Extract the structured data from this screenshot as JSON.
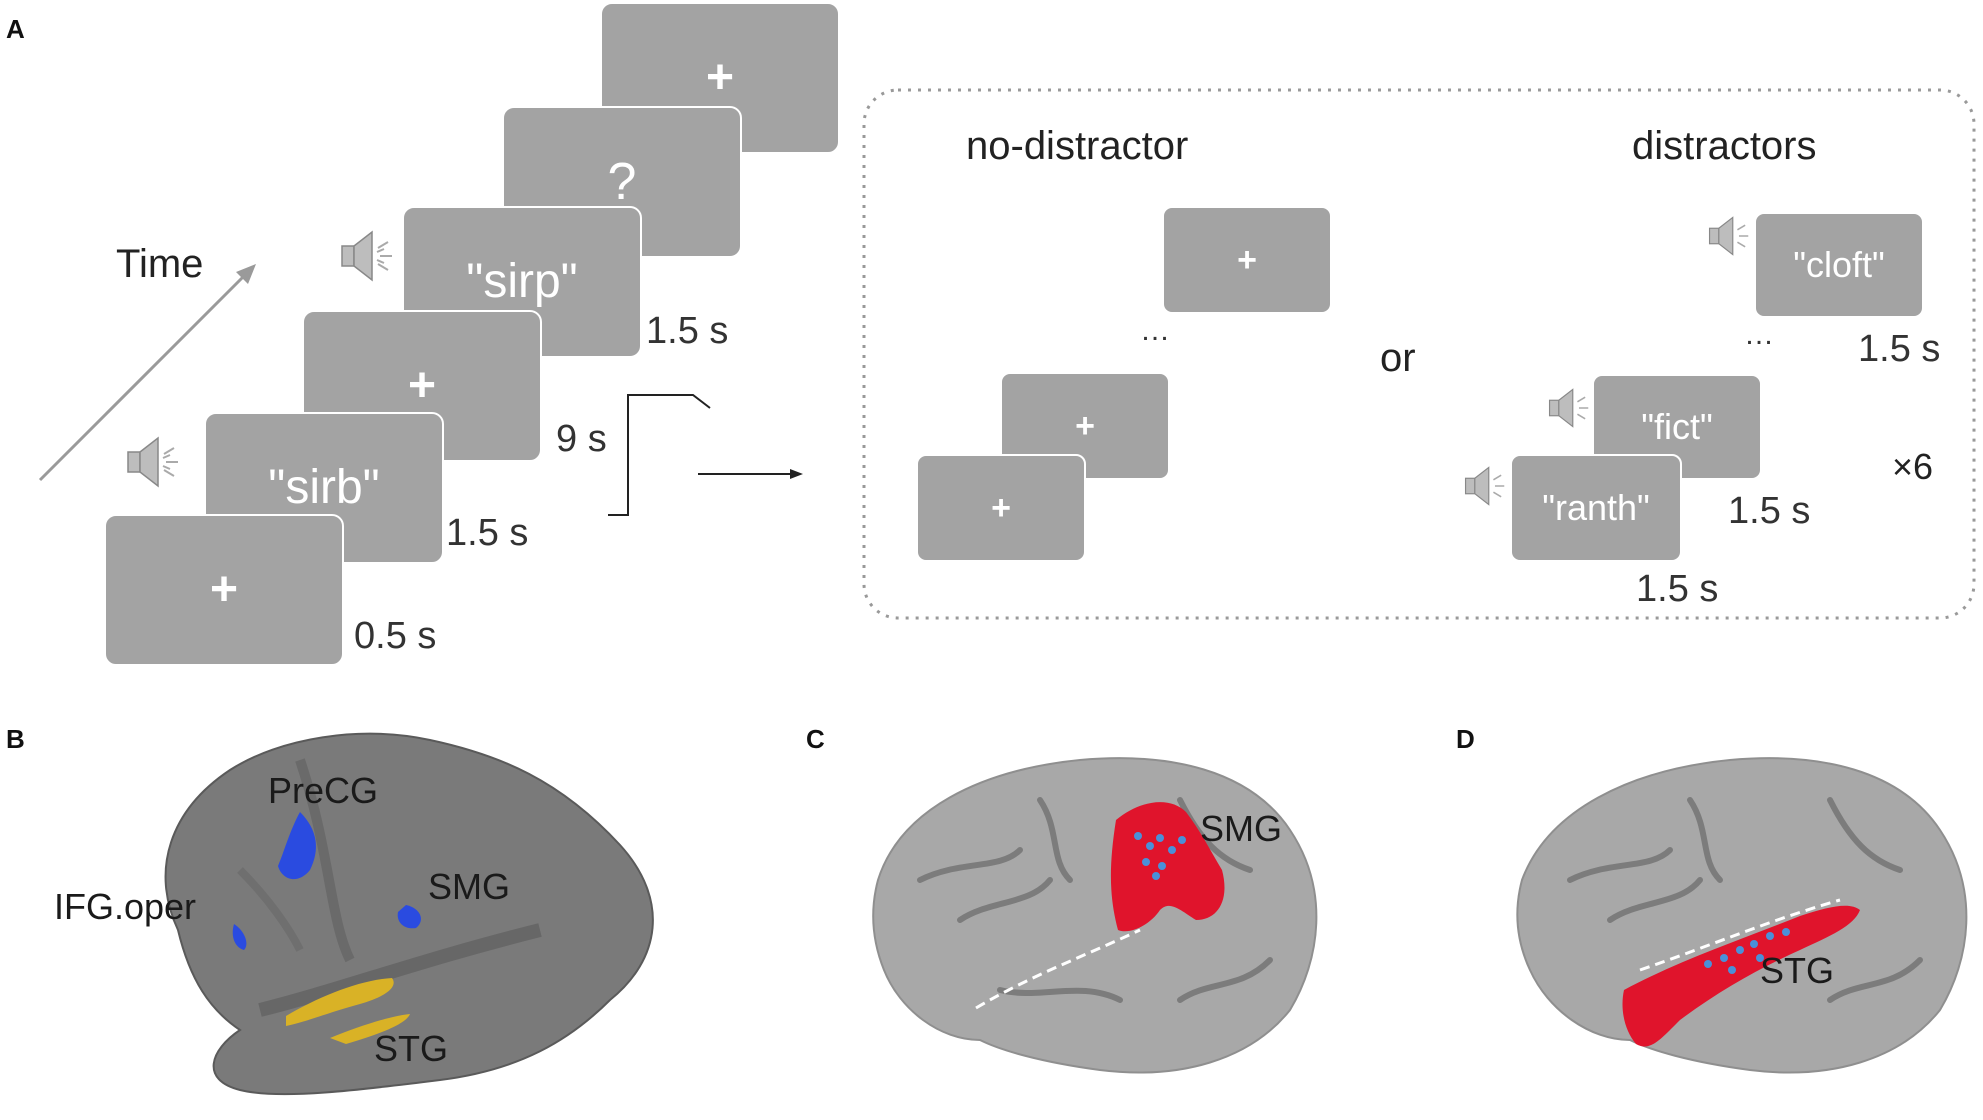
{
  "panels": {
    "a": "A",
    "b": "B",
    "c": "C",
    "d": "D"
  },
  "time_label": "Time",
  "sequence": {
    "s1": "+",
    "s2": "\"sirb\"",
    "s3": "+",
    "s4": "\"sirp\"",
    "s5": "?",
    "s6": "+",
    "d1": "0.5 s",
    "d2": "1.5 s",
    "d3": "9 s",
    "d4": "1.5 s"
  },
  "conditions": {
    "no_distractor_title": "no-distractor",
    "distractors_title": "distractors",
    "or_label": "or",
    "ellipsis": "…",
    "nd_s1": "+",
    "nd_s2": "+",
    "nd_s3": "+",
    "dis_w1": "\"ranth\"",
    "dis_w2": "\"fict\"",
    "dis_w3": "\"cloft\"",
    "dis_d1": "1.5 s",
    "dis_d2": "1.5 s",
    "dis_d3": "1.5 s",
    "repeat": "×6"
  },
  "brain_b": {
    "ifg": "IFG.oper",
    "precg": "PreCG",
    "smg": "SMG",
    "stg": "STG"
  },
  "brain_c": {
    "smg": "SMG"
  },
  "brain_d": {
    "stg": "STG"
  },
  "colors": {
    "screen": "#a3a3a3",
    "blue_region": "#2a4be0",
    "yellow_region": "#d9b226",
    "red_region": "#e0142c",
    "electrode": "#4a90d9"
  }
}
